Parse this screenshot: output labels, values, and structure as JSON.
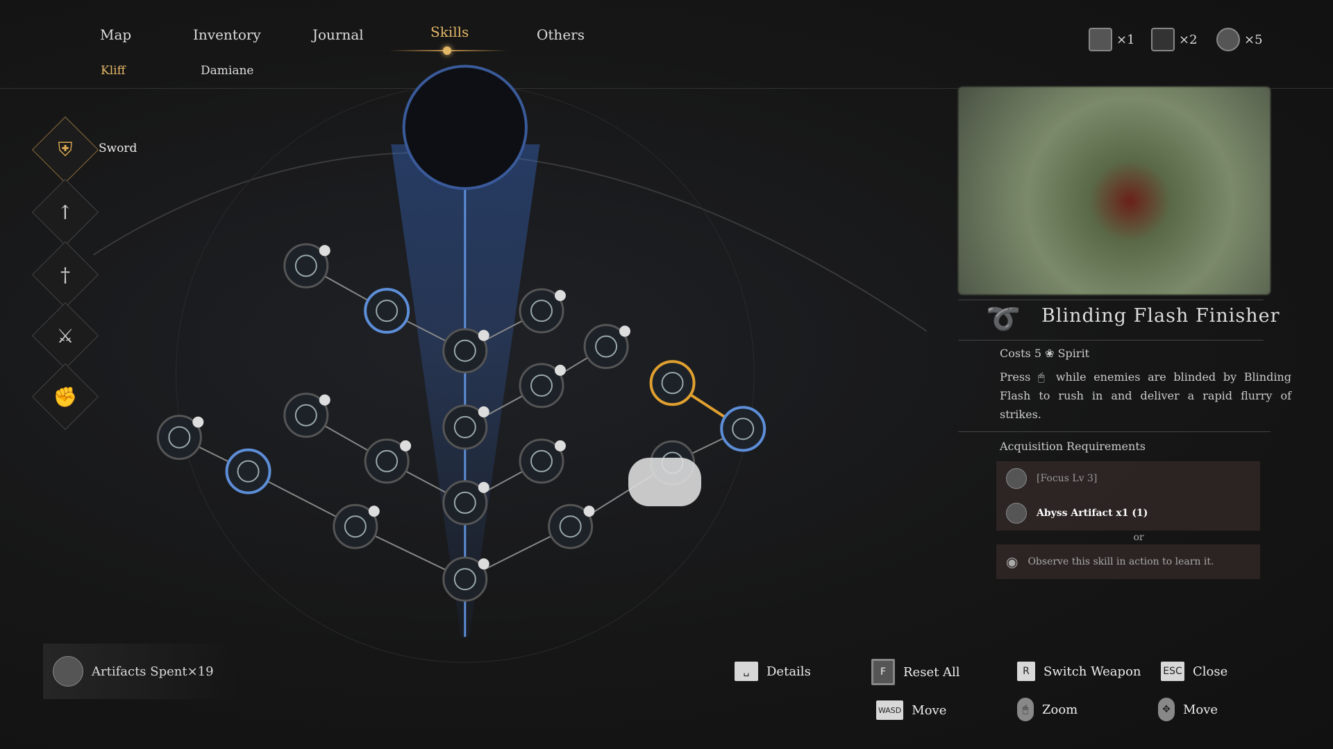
{
  "nav": {
    "tabs": [
      "Map",
      "Inventory",
      "Journal",
      "Skills",
      "Others"
    ],
    "active": "Skills",
    "subtabs": [
      "Kliff",
      "Damiane"
    ],
    "active_subtab": "Kliff"
  },
  "resources": [
    {
      "icon": "abyss-artifact-icon",
      "count": "×1"
    },
    {
      "icon": "cube-icon",
      "count": "×2"
    },
    {
      "icon": "relic-icon",
      "count": "×5"
    }
  ],
  "weapons": {
    "selected_label": "Sword",
    "items": [
      "sword-shield",
      "spear",
      "dagger",
      "dual-blades",
      "fist"
    ]
  },
  "skill": {
    "title": "Blinding Flash Finisher",
    "cost": "Costs 5",
    "cost_unit": "Spirit",
    "desc_press": "Press",
    "desc": "while enemies are blinded by Blinding Flash to rush in and deliver a rapid flurry of strikes.",
    "req_title": "Acquisition Requirements",
    "req1": "[Focus Lv 3]",
    "req2": "Abyss Artifact  x1 (1)",
    "or": "or",
    "req3": "Observe this skill in action to learn it."
  },
  "footer": {
    "artifacts_spent": "Artifacts Spent×19",
    "hints": [
      {
        "key": "␣",
        "label": "Details"
      },
      {
        "key": "F",
        "label": "Reset All"
      },
      {
        "key": "R",
        "label": "Switch Weapon"
      },
      {
        "key": "ESC",
        "label": "Close"
      },
      {
        "key": "WASD",
        "label": "Move"
      },
      {
        "key": "🖱",
        "label": "Zoom"
      },
      {
        "key": "✥",
        "label": "Move"
      }
    ]
  },
  "colors": {
    "accent": "#e3b868",
    "selected": "#e0a030",
    "learned": "#5d8ed8"
  }
}
